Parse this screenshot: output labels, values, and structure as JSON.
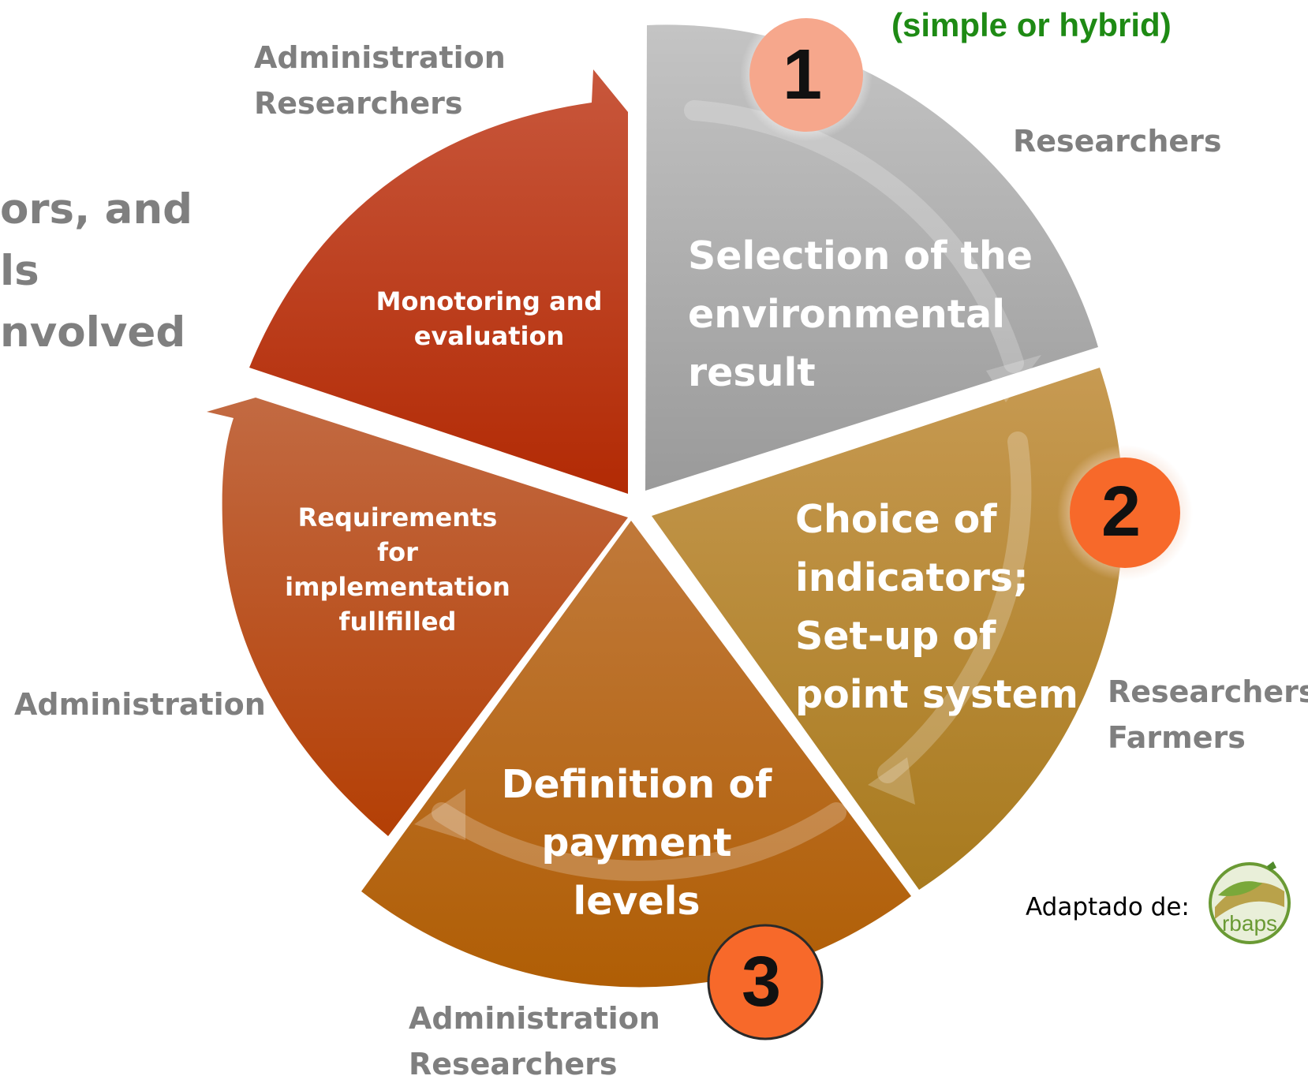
{
  "header_text": "(simple or hybrid)",
  "side_text": [
    "ors, and",
    "ls",
    "nvolved"
  ],
  "segments": [
    {
      "step": "1",
      "title_lines": [
        "Selection of the",
        "environmental",
        "result"
      ],
      "actors": [
        "Researchers"
      ],
      "color": "#a6a6a6"
    },
    {
      "step": "2",
      "title_lines": [
        "Choice of",
        "indicators;",
        "Set-up of",
        "point system"
      ],
      "actors": [
        "Researchers",
        "Farmers"
      ],
      "color": "#b8862a"
    },
    {
      "step": "3",
      "title_lines": [
        "Definition of",
        "payment",
        "levels"
      ],
      "actors": [
        "Administration",
        "Researchers"
      ],
      "color": "#bb6a0e"
    },
    {
      "step": "",
      "title_lines": [
        "Requirements",
        "for",
        "implementation",
        "fullfilled"
      ],
      "actors": [
        "Administration"
      ],
      "color": "#b9440a"
    },
    {
      "step": "",
      "title_lines": [
        "Monotoring and",
        "evaluation"
      ],
      "actors": [
        "Administration",
        "Researchers"
      ],
      "color": "#b82f0c"
    }
  ],
  "colors": {
    "badge_1": "#f6a78c",
    "badge_2": "#f7692a",
    "badge_3": "#f7692a",
    "header_green": "#1e8a14",
    "actor_gray": "#7f7f7f"
  },
  "credit": {
    "text": "Adaptado de:",
    "logo_text": "rbaps"
  }
}
